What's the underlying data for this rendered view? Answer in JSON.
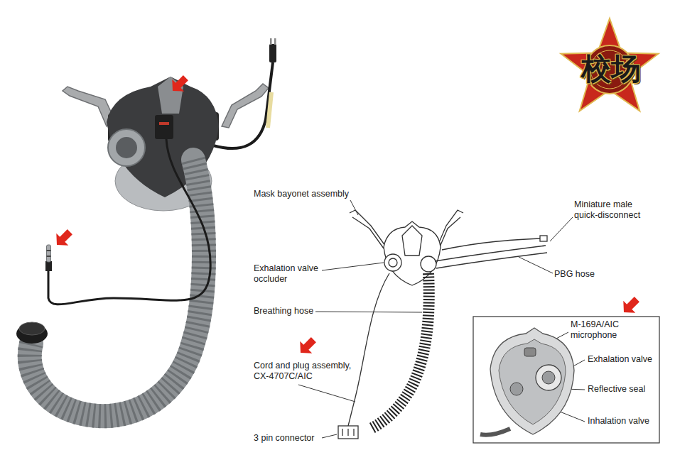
{
  "diagram": {
    "labels": [
      "校场",
      "Mask bayonet assembly",
      "Miniature male quick-disconnect",
      "Exhalation valve occluder",
      "PBG hose",
      "Breathing hose",
      "M-169A/AIC microphone",
      "Exhalation valve",
      "Cord and plug assembly, CX-4707C/AIC",
      "Reflective seal",
      "Inhalation valve",
      "3 pin connector"
    ]
  }
}
